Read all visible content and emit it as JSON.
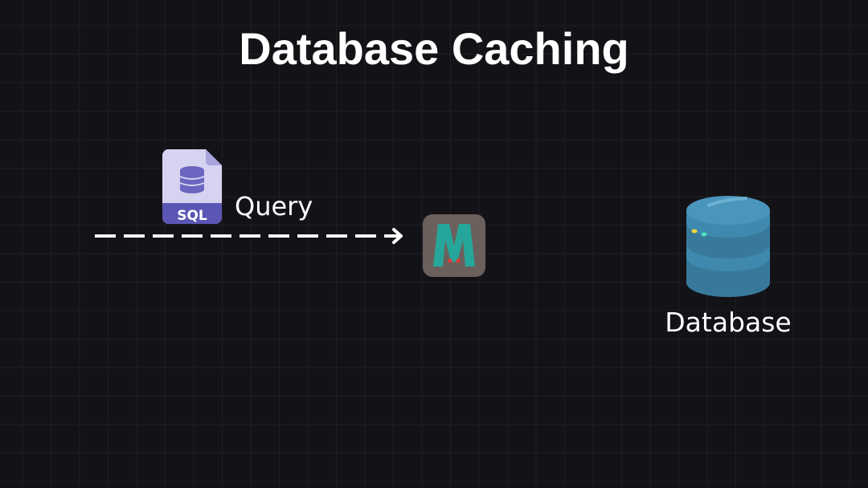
{
  "title": "Database Caching",
  "sql_icon": {
    "label": "SQL"
  },
  "arrow": {
    "label": "Query"
  },
  "cache": {
    "letter": "M"
  },
  "database": {
    "label": "Database"
  },
  "colors": {
    "sql_body": "#d6d3f0",
    "sql_band": "#5b56b5",
    "cache_bg": "#6b605c",
    "cache_letter": "#26a69a",
    "db": "#3f89ae"
  }
}
